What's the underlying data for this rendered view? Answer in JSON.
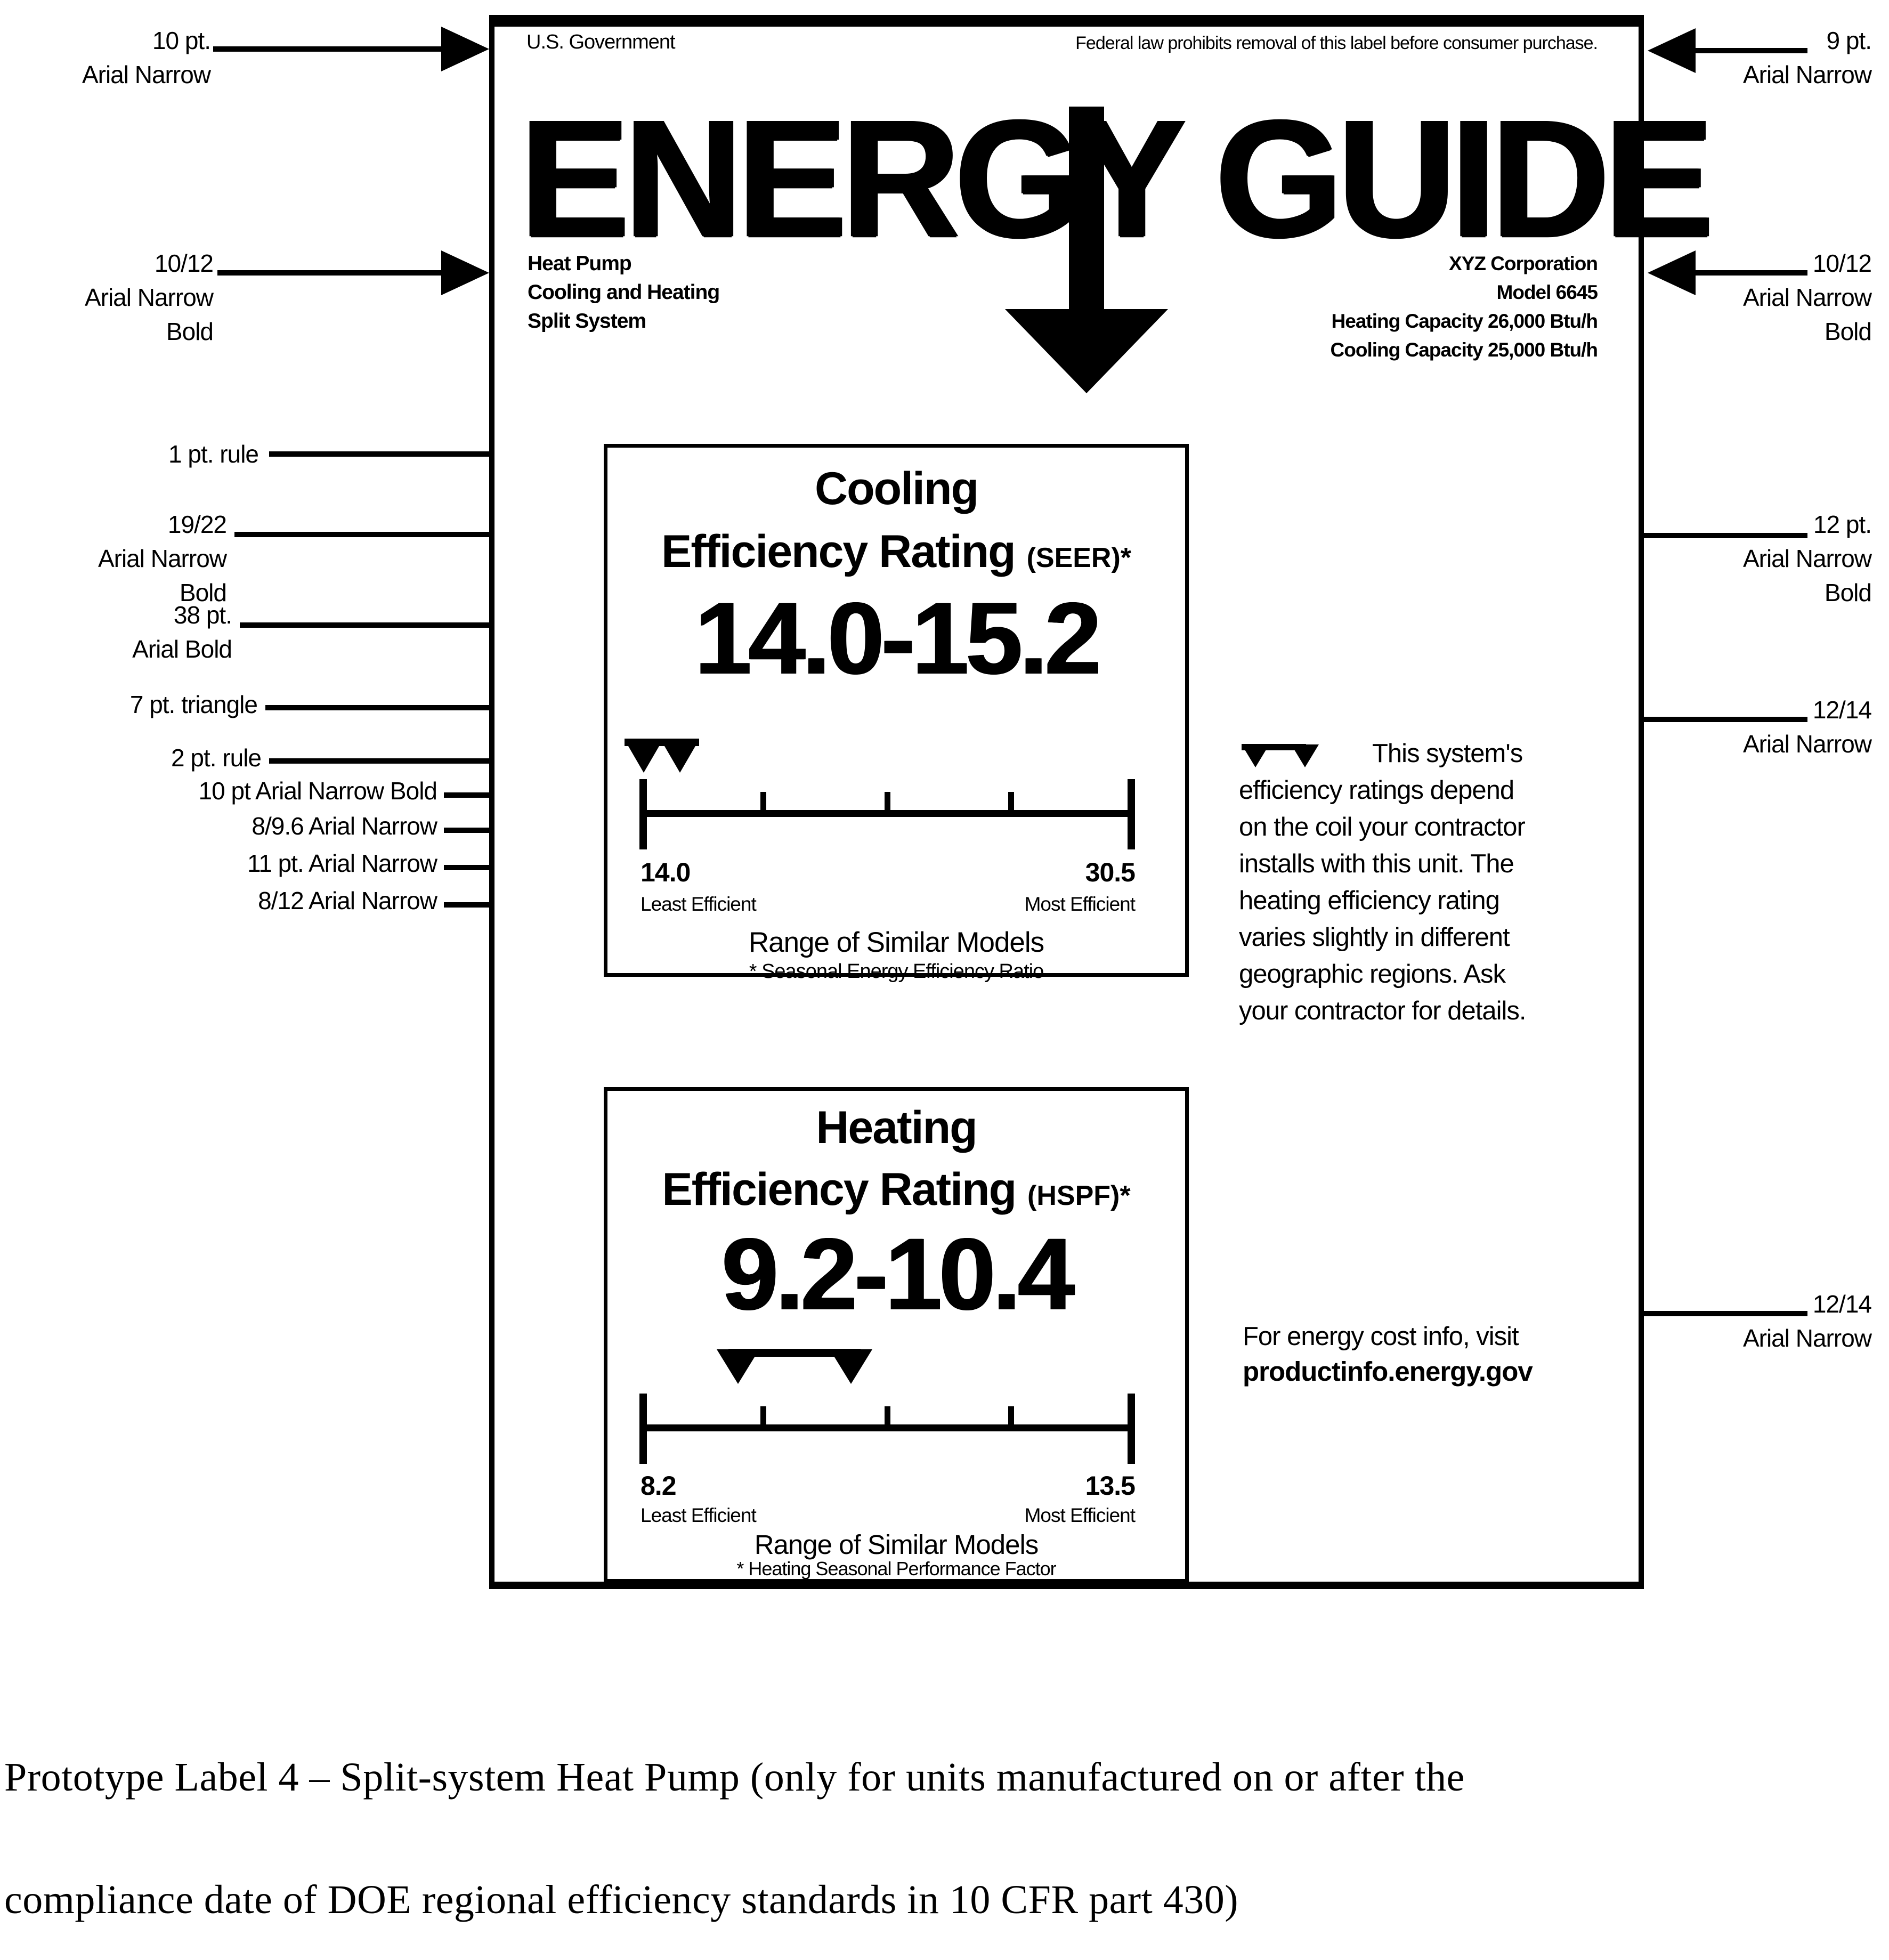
{
  "annotations": {
    "left": [
      {
        "line1": "10 pt.",
        "line2": "Arial Narrow"
      },
      {
        "line1": "10/12",
        "line2": "Arial Narrow Bold"
      },
      {
        "line1": "1 pt. rule",
        "line2": ""
      },
      {
        "line1": "19/22",
        "line2": "Arial Narrow Bold"
      },
      {
        "line1": "38 pt.",
        "line2": "Arial Bold"
      },
      {
        "line1": "7 pt. triangle",
        "line2": ""
      },
      {
        "line1": "2 pt. rule",
        "line2": ""
      },
      {
        "line1": "10 pt Arial Narrow Bold",
        "line2": ""
      },
      {
        "line1": "8/9.6 Arial Narrow",
        "line2": ""
      },
      {
        "line1": "11 pt. Arial Narrow",
        "line2": ""
      },
      {
        "line1": "8/12 Arial Narrow",
        "line2": ""
      }
    ],
    "right": [
      {
        "line1": "9 pt.",
        "line2": "Arial Narrow"
      },
      {
        "line1": "10/12",
        "line2": "Arial Narrow Bold"
      },
      {
        "line1": "12 pt.",
        "line2": "Arial Narrow Bold"
      },
      {
        "line1": "12/14",
        "line2": "Arial Narrow"
      },
      {
        "line1": "12/14",
        "line2": "Arial Narrow"
      }
    ]
  },
  "label": {
    "header": {
      "left": "U.S. Government",
      "right": "Federal law prohibits removal of this label before consumer purchase."
    },
    "logo": {
      "word1": "ENERGY",
      "word2": "GUIDE",
      "icon": "down-arrow-icon"
    },
    "product": {
      "line1": "Heat Pump",
      "line2": "Cooling and Heating",
      "line3": "Split System"
    },
    "manufacturer": {
      "line1": "XYZ Corporation",
      "line2": "Model 6645",
      "line3": "Heating Capacity 26,000 Btu/h",
      "line4": "Cooling Capacity 25,000 Btu/h"
    },
    "cooling": {
      "title": "Cooling",
      "subtitle": "Efficiency Rating",
      "subtitle_note": "(SEER)*",
      "range": "14.0-15.2",
      "scale_min": "14.0",
      "scale_max": "30.5",
      "scale_min_label": "Least Efficient",
      "scale_max_label": "Most Efficient",
      "range_label": "Range of Similar Models",
      "footnote": "* Seasonal Energy Efficiency Ratio",
      "axis_min": 14.0,
      "axis_max": 30.5,
      "marker_low": 14.0,
      "marker_high": 15.2
    },
    "heating": {
      "title": "Heating",
      "subtitle": "Efficiency Rating",
      "subtitle_note": "(HSPF)*",
      "range": "9.2-10.4",
      "scale_min": "8.2",
      "scale_max": "13.5",
      "scale_min_label": "Least Efficient",
      "scale_max_label": "Most Efficient",
      "range_label": "Range of Similar Models",
      "footnote": "* Heating Seasonal Performance Factor",
      "axis_min": 8.2,
      "axis_max": 13.5,
      "marker_low": 9.2,
      "marker_high": 10.4
    },
    "side_note": "This system's\nefficiency ratings depend\non the coil your contractor\ninstalls with this unit. The\nheating efficiency rating\nvaries slightly in different\ngeographic regions. Ask\nyour contractor for details.",
    "energy_cost": {
      "line1": "For energy cost info, visit",
      "line2": "productinfo.energy.gov"
    }
  },
  "caption": {
    "line1": "Prototype Label 4 – Split-system Heat Pump (only for units manufactured on or after the",
    "line2": "compliance date of DOE regional efficiency standards in 10 CFR part 430)"
  },
  "colors": {
    "ink": "#000000",
    "paper": "#ffffff"
  }
}
